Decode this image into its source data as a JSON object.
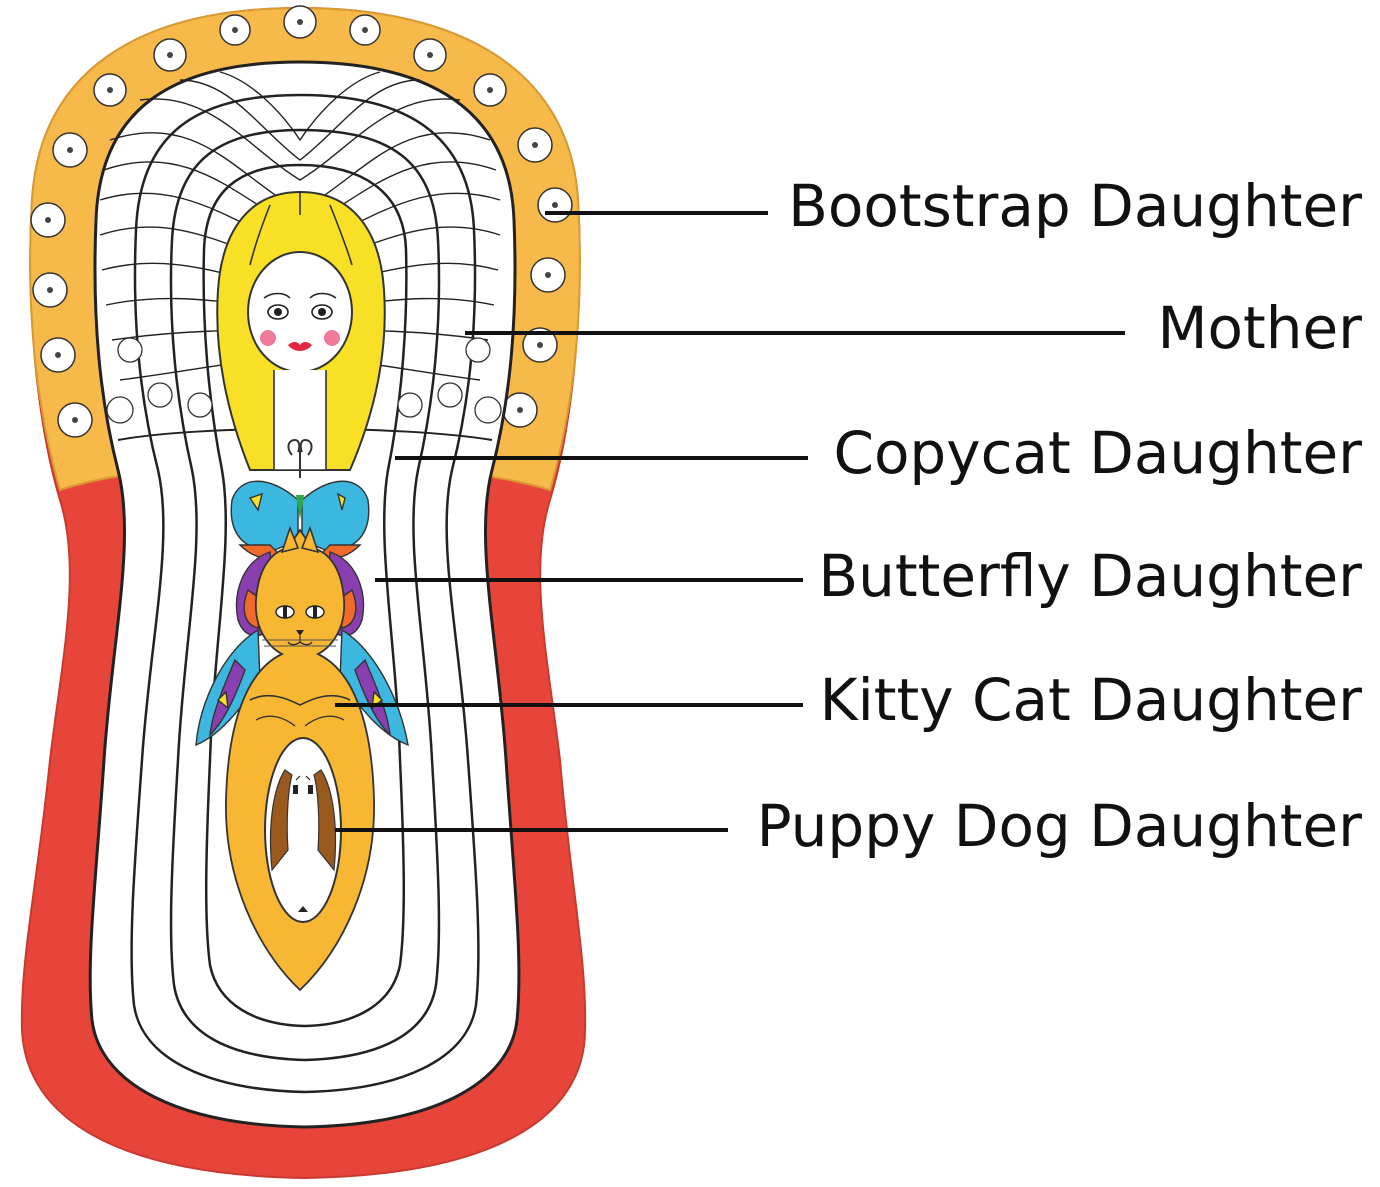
{
  "diagram": {
    "labels": [
      {
        "id": "bootstrap",
        "text": "Bootstrap Daughter"
      },
      {
        "id": "mother",
        "text": "Mother"
      },
      {
        "id": "copycat",
        "text": "Copycat Daughter"
      },
      {
        "id": "butterfly",
        "text": "Butterfly Daughter"
      },
      {
        "id": "kitty",
        "text": "Kitty Cat Daughter"
      },
      {
        "id": "puppy",
        "text": "Puppy Dog Daughter"
      }
    ],
    "colors": {
      "outer_shell": "#e8453a",
      "headscarf": "#f7b94a",
      "hair": "#f7e025",
      "cat": "#f7b733",
      "butterfly_blue": "#3cb8e0",
      "butterfly_purple": "#8a3fb0",
      "butterfly_orange": "#f06a2a",
      "puppy_ears": "#9a5a1e",
      "outline": "#222222",
      "cheeks": "#f07a9a",
      "lips": "#e0283c"
    },
    "icons": [
      "matryoshka-doll-icon",
      "face-icon",
      "butterfly-icon",
      "cat-icon",
      "puppy-icon"
    ]
  }
}
